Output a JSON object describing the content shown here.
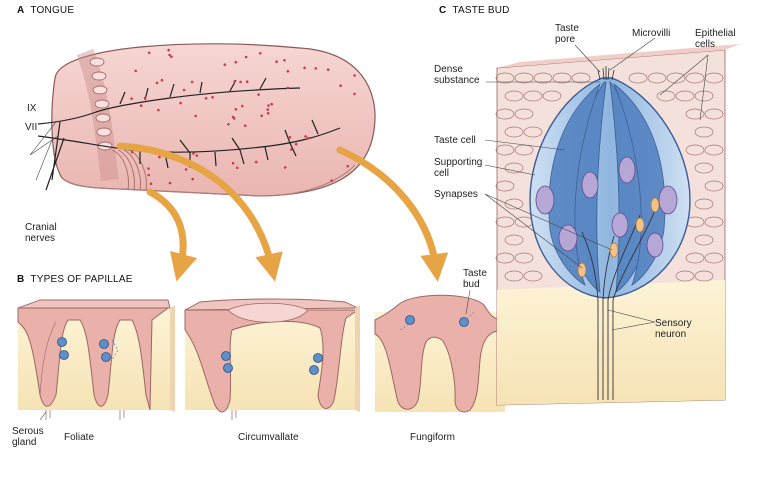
{
  "panel_a": {
    "letter": "A",
    "title": "TONGUE",
    "nerve_ix": "IX",
    "nerve_vii": "VII",
    "cranial_nerves": "Cranial\nnerves"
  },
  "panel_b": {
    "letter": "B",
    "title": "TYPES OF PAPILLAE",
    "serous_gland": "Serous\ngland",
    "foliate": "Foliate",
    "circumvallate": "Circumvallate",
    "fungiform": "Fungiform",
    "taste_bud": "Taste\nbud"
  },
  "panel_c": {
    "letter": "C",
    "title": "TASTE BUD",
    "taste_pore": "Taste\npore",
    "microvilli": "Microvilli",
    "epithelial_cells": "Epithelial\ncells",
    "dense_substance": "Dense\nsubstance",
    "taste_cell": "Taste cell",
    "supporting_cell": "Supporting\ncell",
    "synapses": "Synapses",
    "sensory_neuron": "Sensory\nneuron"
  },
  "colors": {
    "tongue_pink": "#f2c9c6",
    "tissue_pink": "#e8b2ac",
    "submucosa": "#fbeec9",
    "arrow_orange": "#e7a445",
    "taste_bud_blue": "#5f8fc9",
    "cell_purple": "#b6a7d6",
    "papilla_dot": "#c83a4e",
    "nerve": "#222222"
  }
}
